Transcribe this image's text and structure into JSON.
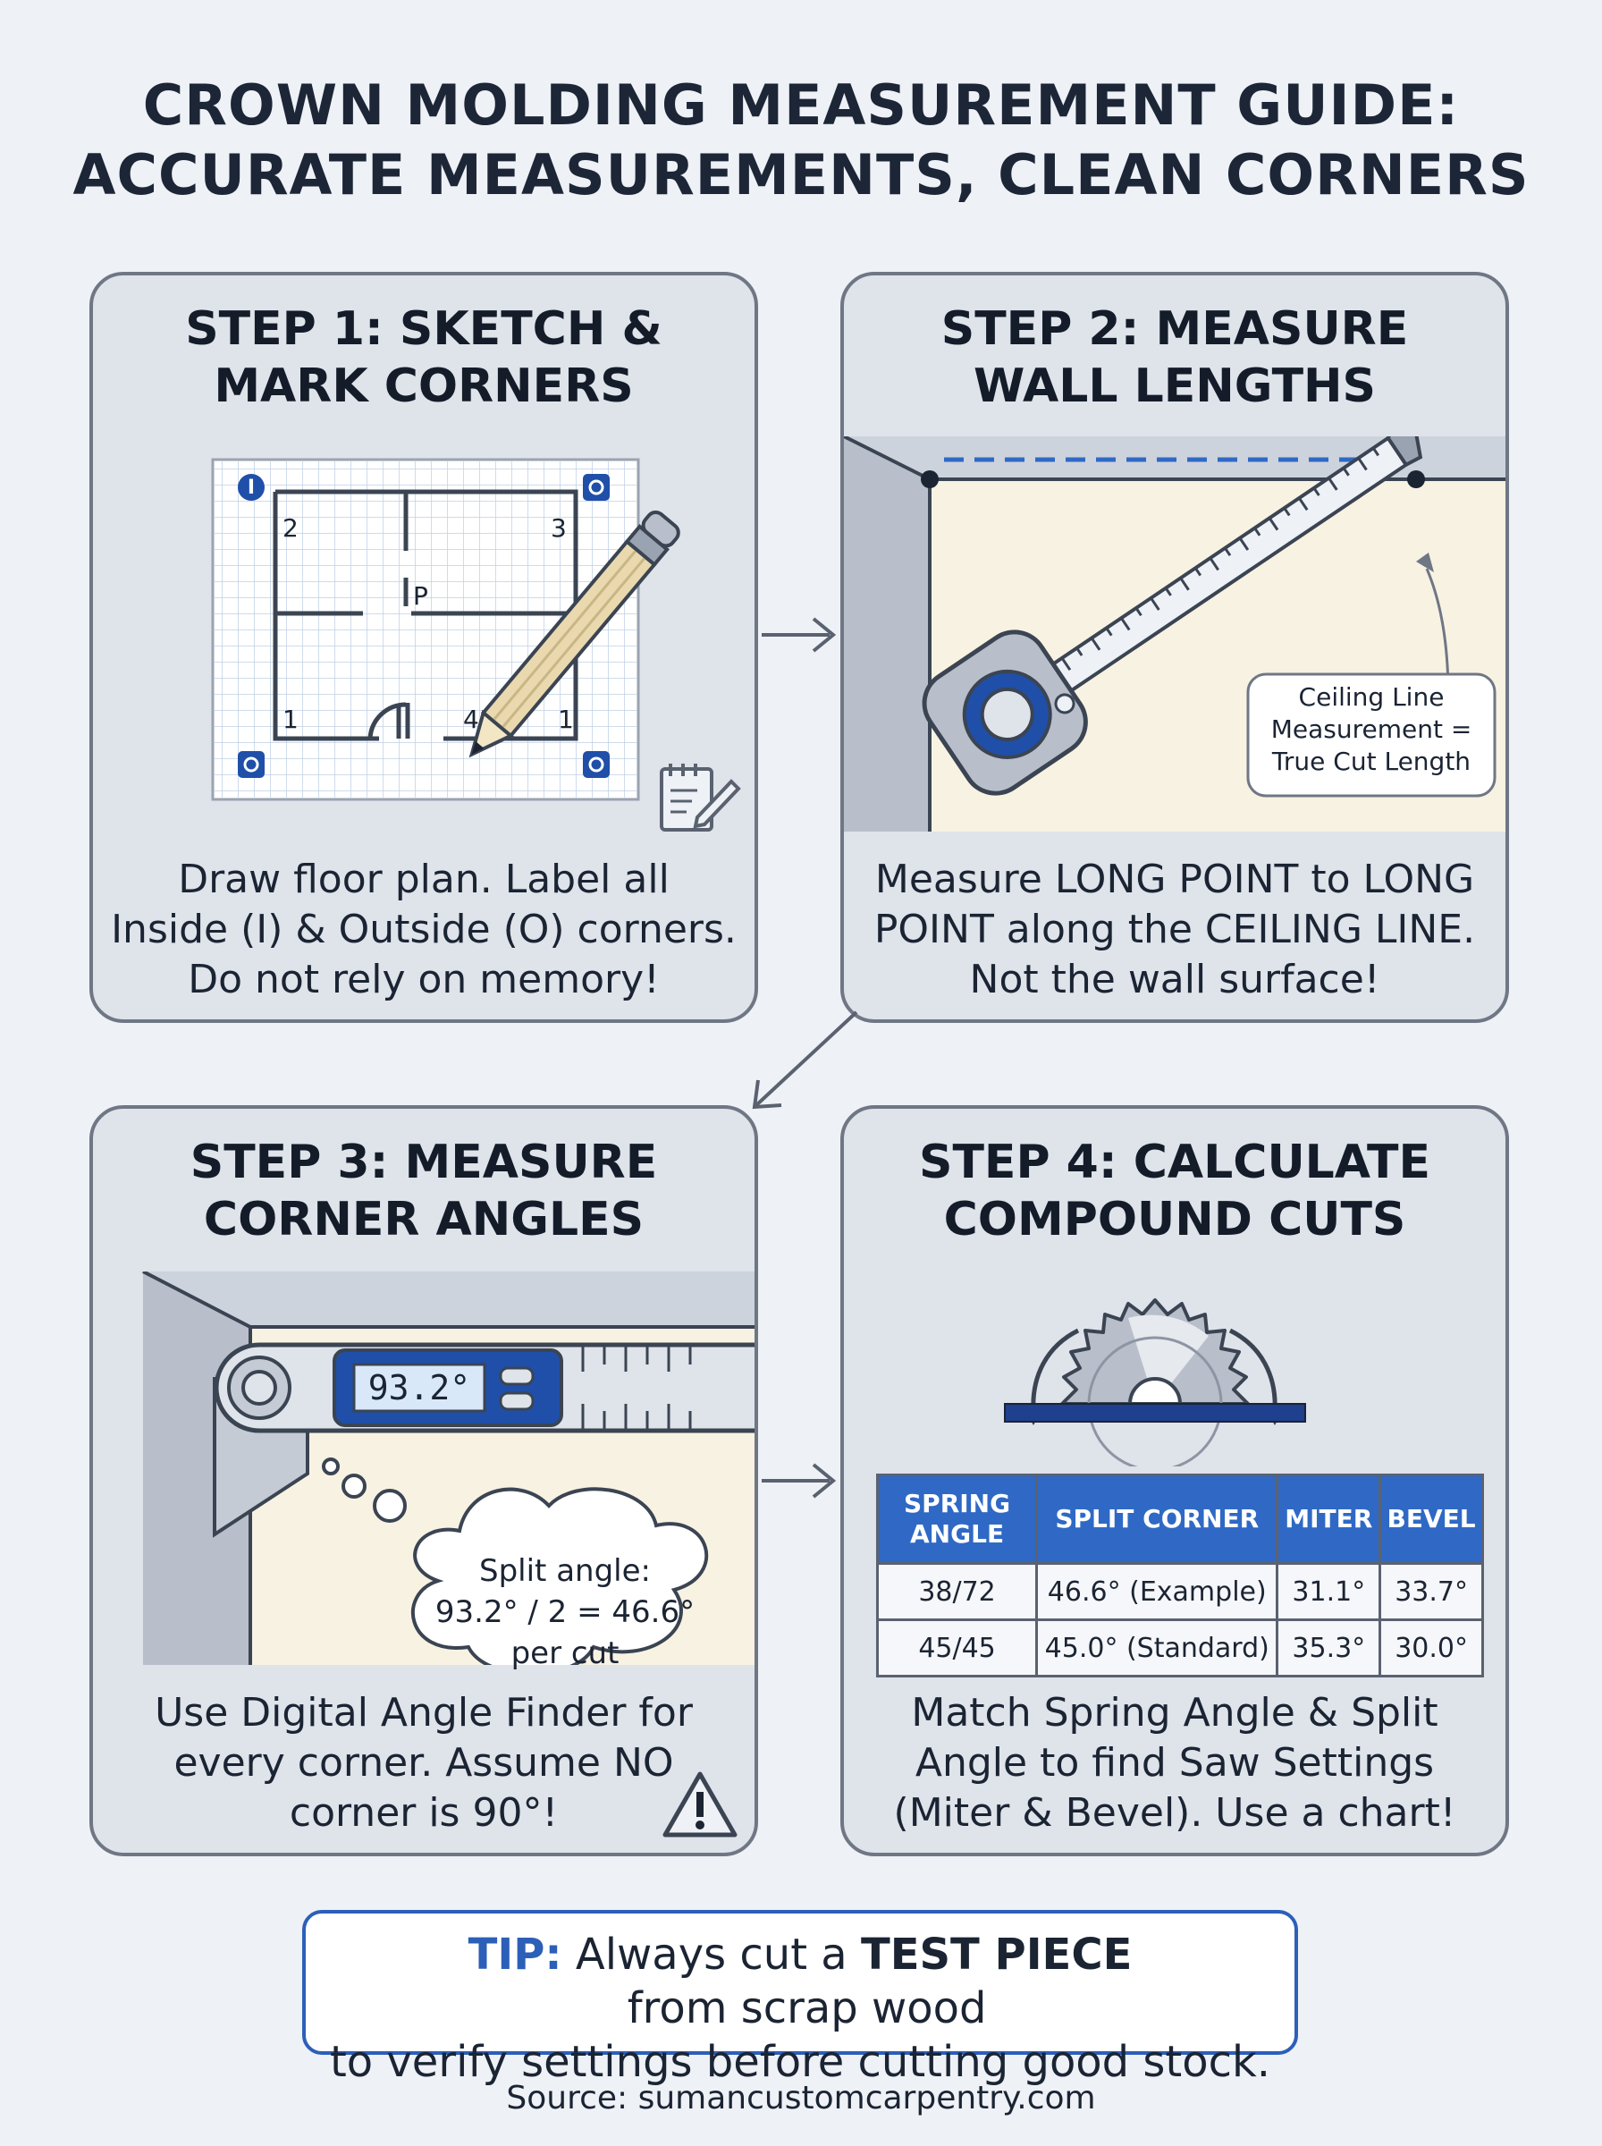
{
  "header": {
    "title_line1": "CROWN MOLDING MEASUREMENT GUIDE:",
    "title_line2": "ACCURATE MEASUREMENTS, CLEAN CORNERS"
  },
  "colors": {
    "accent_blue": "#2f69c5",
    "panel_bg": "#dfe3ea",
    "wall_cream": "#f8f2e2",
    "border_gray": "#6f7785"
  },
  "steps": [
    {
      "title_line1": "STEP 1: SKETCH &",
      "title_line2": "MARK CORNERS",
      "caption_lines": [
        "Draw floor plan. Label all",
        "Inside (I) & Outside (O) corners.",
        "Do not rely on memory!"
      ],
      "plan": {
        "corner_badges": [
          "I",
          "O",
          "O",
          "O"
        ],
        "room_numbers": [
          "2",
          "3",
          "1",
          "4",
          "1"
        ],
        "room_letter": "P"
      },
      "icons": [
        "pencil-icon",
        "notepad-icon"
      ]
    },
    {
      "title_line1": "STEP 2: MEASURE",
      "title_line2": "WALL LENGTHS",
      "caption_lines": [
        "Measure LONG POINT to LONG",
        "POINT along the CEILING LINE.",
        "Not the wall surface!"
      ],
      "callout_lines": [
        "Ceiling Line",
        "Measurement =",
        "True Cut Length"
      ],
      "icons": [
        "tape-measure-icon"
      ]
    },
    {
      "title_line1": "STEP 3: MEASURE",
      "title_line2": "CORNER ANGLES",
      "caption_lines": [
        "Use Digital Angle Finder for",
        "every corner. Assume NO",
        "corner is 90°!"
      ],
      "angle_reading": "93.2°",
      "thought_lines": [
        "Split angle:",
        "93.2° / 2 = 46.6°",
        "per cut"
      ],
      "icons": [
        "angle-finder-icon",
        "warning-icon"
      ]
    },
    {
      "title_line1": "STEP 4: CALCULATE",
      "title_line2": "COMPOUND CUTS",
      "caption_lines": [
        "Match Spring Angle & Split",
        "Angle to find Saw Settings",
        "(Miter & Bevel). Use a chart!"
      ],
      "table": {
        "headers": [
          "SPRING ANGLE",
          "SPLIT CORNER",
          "MITER",
          "BEVEL"
        ],
        "rows": [
          [
            "38/72",
            "46.6° (Example)",
            "31.1°",
            "33.7°"
          ],
          [
            "45/45",
            "45.0° (Standard)",
            "35.3°",
            "30.0°"
          ]
        ]
      },
      "icons": [
        "saw-blade-icon"
      ]
    }
  ],
  "tip": {
    "label": "TIP:",
    "text_before": " Always cut a ",
    "emphasis": "TEST PIECE",
    "text_after": " from scrap wood",
    "line2": "to verify settings before cutting good stock."
  },
  "footer": {
    "source": "Source: sumancustomcarpentry.com"
  }
}
